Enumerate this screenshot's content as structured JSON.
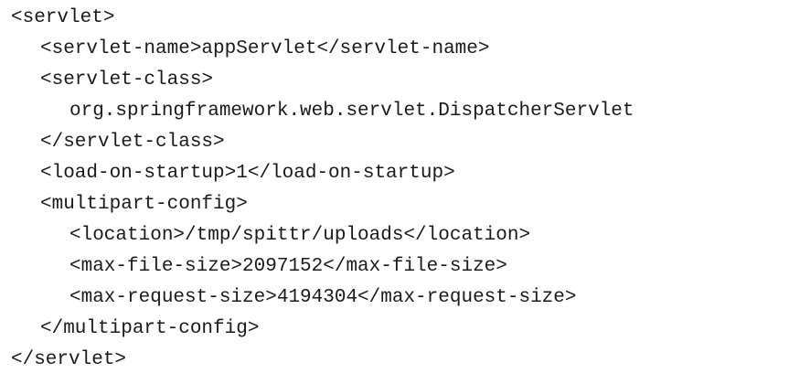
{
  "code": {
    "lines": [
      "<servlet>",
      "<servlet-name>appServlet</servlet-name>",
      "<servlet-class>",
      "org.springframework.web.servlet.DispatcherServlet",
      "</servlet-class>",
      "<load-on-startup>1</load-on-startup>",
      "<multipart-config>",
      "<location>/tmp/spittr/uploads</location>",
      "<max-file-size>2097152</max-file-size>",
      "<max-request-size>4194304</max-request-size>",
      "</multipart-config>",
      "</servlet>"
    ]
  }
}
